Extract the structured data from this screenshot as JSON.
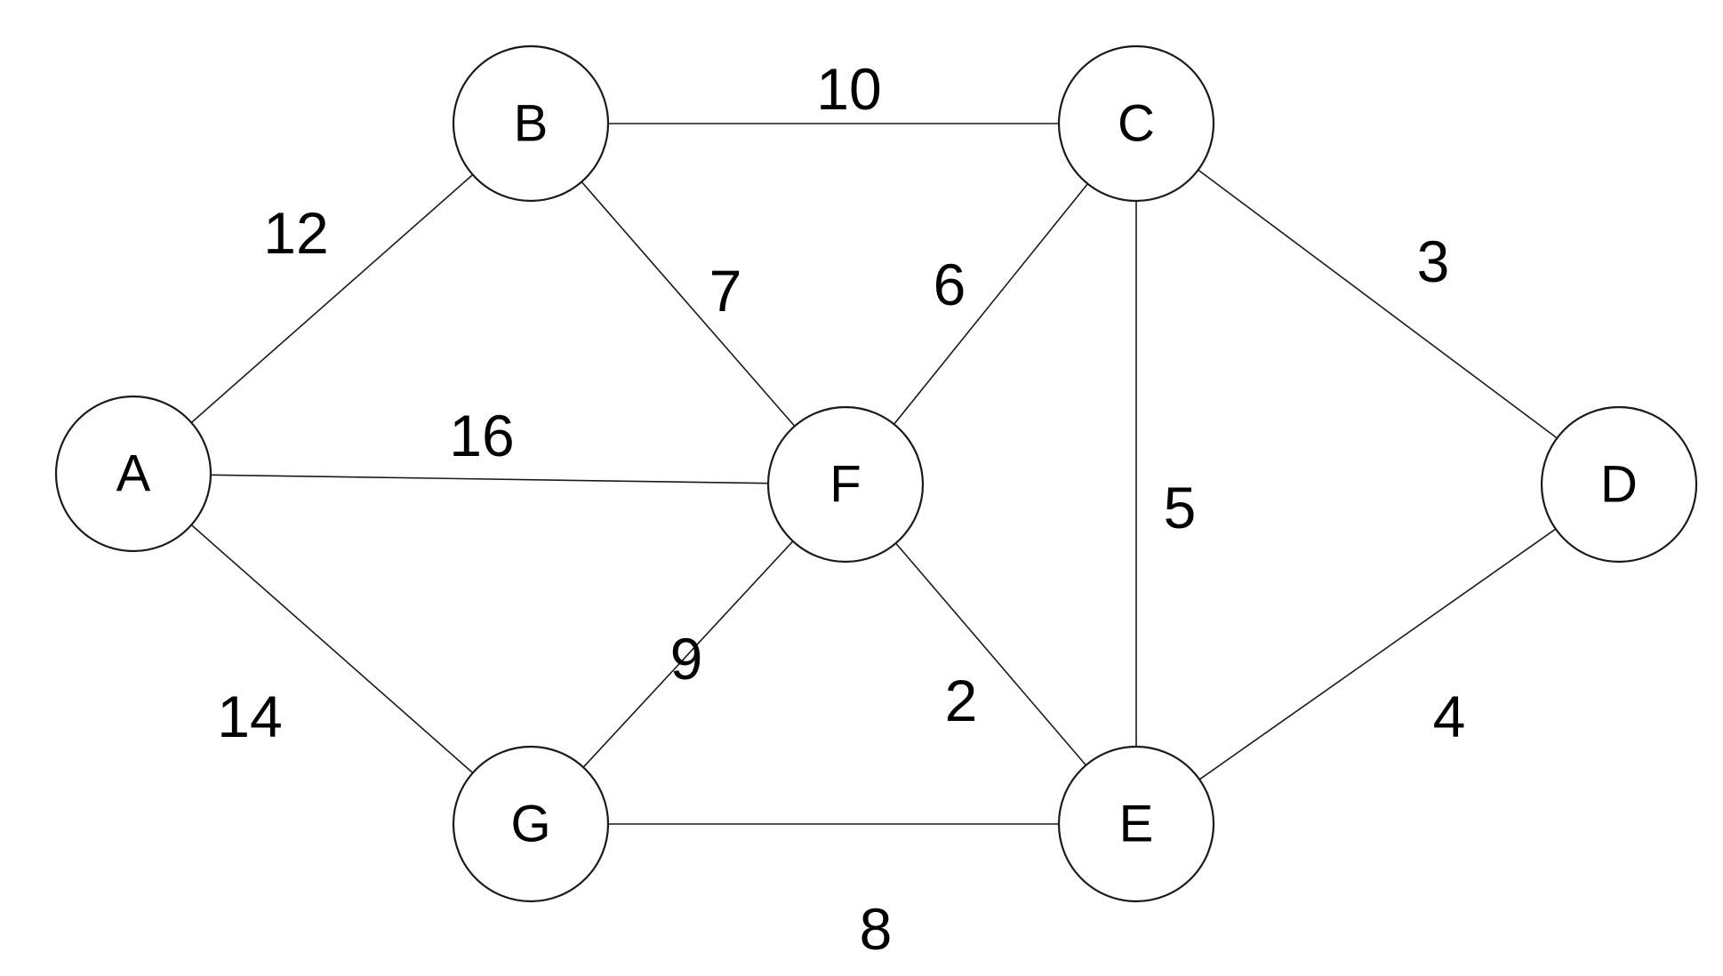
{
  "nodes": [
    {
      "id": "A",
      "label": "A"
    },
    {
      "id": "B",
      "label": "B"
    },
    {
      "id": "C",
      "label": "C"
    },
    {
      "id": "D",
      "label": "D"
    },
    {
      "id": "E",
      "label": "E"
    },
    {
      "id": "F",
      "label": "F"
    },
    {
      "id": "G",
      "label": "G"
    }
  ],
  "edges": [
    {
      "from": "A",
      "to": "B",
      "weight": "12"
    },
    {
      "from": "A",
      "to": "F",
      "weight": "16"
    },
    {
      "from": "A",
      "to": "G",
      "weight": "14"
    },
    {
      "from": "B",
      "to": "C",
      "weight": "10"
    },
    {
      "from": "B",
      "to": "F",
      "weight": "7"
    },
    {
      "from": "C",
      "to": "F",
      "weight": "6"
    },
    {
      "from": "C",
      "to": "D",
      "weight": "3"
    },
    {
      "from": "C",
      "to": "E",
      "weight": "5"
    },
    {
      "from": "F",
      "to": "G",
      "weight": "9"
    },
    {
      "from": "F",
      "to": "E",
      "weight": "2"
    },
    {
      "from": "G",
      "to": "E",
      "weight": "8"
    },
    {
      "from": "D",
      "to": "E",
      "weight": "4"
    }
  ]
}
